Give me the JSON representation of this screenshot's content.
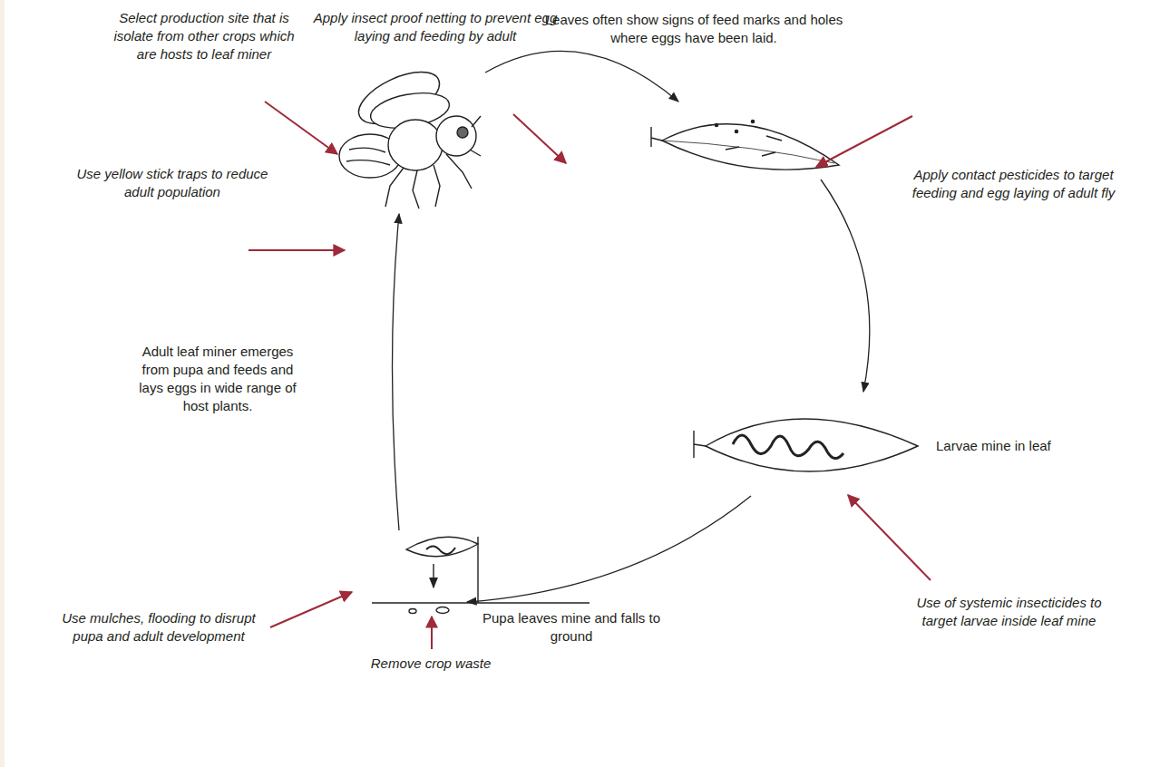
{
  "diagram": {
    "labels": [
      "Select production site that is isolate from other crops which are hosts to leaf miner",
      "Apply insect proof netting to prevent egg laying and feeding by adult",
      "Leaves often show signs of feed marks and holes where eggs have been laid.",
      "Use yellow stick traps to reduce adult population",
      "Apply contact pesticides to target feeding and egg laying of adult fly",
      "Adult leaf miner emerges from pupa and feeds and lays eggs in wide range of host plants.",
      "Larvae mine in leaf",
      "Pupa leaves mine and falls to ground",
      "Use mulches, flooding to disrupt pupa and adult development",
      "Use of systemic insecticides to target larvae inside leaf mine",
      "Remove crop waste"
    ]
  }
}
